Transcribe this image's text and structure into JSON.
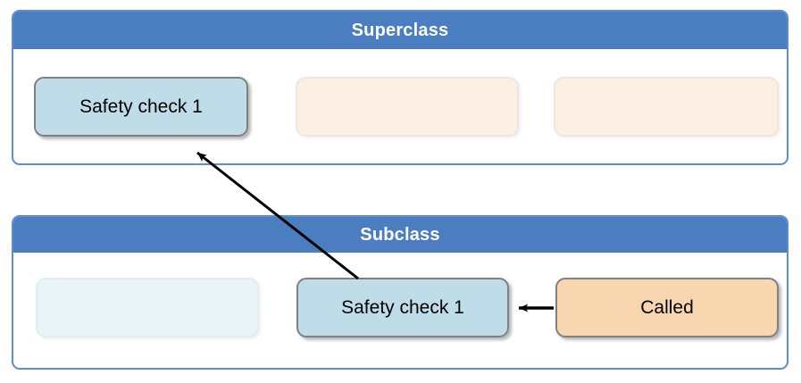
{
  "diagram": {
    "title_superclass": "Superclass",
    "title_subclass": "Subclass",
    "colors": {
      "header_blue": "#4a7ec0",
      "panel_border_blue": "#5b8dd0",
      "highlight_blue_fill": "#bfdde8",
      "empty_cream_fill": "#fbf0e3",
      "empty_blue_fill": "#e9f4f8",
      "called_peach_fill": "#f8d7b0",
      "box_border_gray": "#808080",
      "arrow_black": "#000000",
      "text_black": "#000000",
      "header_text_white": "#ffffff"
    }
  },
  "superclass": {
    "header": "Superclass",
    "slots": [
      {
        "label": "Safety check 1",
        "fill": "#bfdde8",
        "state": "filled"
      },
      {
        "label": "",
        "fill": "#fbf0e3",
        "state": "empty"
      },
      {
        "label": "",
        "fill": "#fbf0e3",
        "state": "empty"
      }
    ]
  },
  "subclass": {
    "header": "Subclass",
    "slots": [
      {
        "label": "",
        "fill": "#e9f4f8",
        "state": "empty"
      },
      {
        "label": "Safety check 1",
        "fill": "#bfdde8",
        "state": "filled"
      },
      {
        "label": "Called",
        "fill": "#f8d7b0",
        "state": "filled"
      }
    ]
  },
  "connections": [
    {
      "name": "override-to-superclass",
      "from": "subclass.slots.1",
      "to": "superclass.slots.0",
      "style": "solid-arrow"
    },
    {
      "name": "called-to-safety-check",
      "from": "subclass.slots.2",
      "to": "subclass.slots.1",
      "style": "solid-arrow"
    }
  ]
}
